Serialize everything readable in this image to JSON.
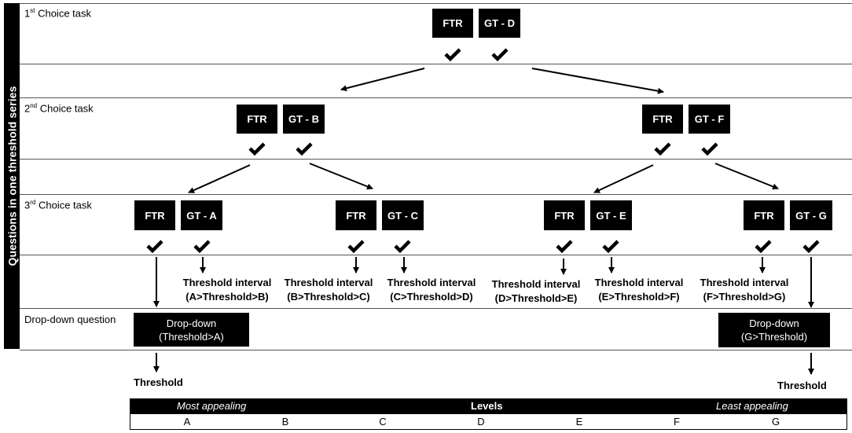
{
  "sidebar_title": "Questions in one threshold series",
  "rows": {
    "first": {
      "prefix": "1",
      "sup": "st",
      "suffix": " Choice task"
    },
    "second": {
      "prefix": "2",
      "sup": "nd",
      "suffix": " Choice task"
    },
    "third": {
      "prefix": "3",
      "sup": "rd",
      "suffix": " Choice task"
    },
    "dropdown": "Drop-down question"
  },
  "boxes": {
    "ftr": "FTR",
    "gt_d": "GT - D",
    "gt_b": "GT - B",
    "gt_f": "GT - F",
    "gt_a": "GT - A",
    "gt_c": "GT - C",
    "gt_e": "GT - E",
    "gt_g": "GT - G"
  },
  "intervals": [
    {
      "title": "Threshold interval",
      "range": "(A>Threshold>B)"
    },
    {
      "title": "Threshold interval",
      "range": "(B>Threshold>C)"
    },
    {
      "title": "Threshold interval",
      "range": "(C>Threshold>D)"
    },
    {
      "title": "Threshold interval",
      "range": "(D>Threshold>E)"
    },
    {
      "title": "Threshold interval",
      "range": "(E>Threshold>F)"
    },
    {
      "title": "Threshold interval",
      "range": "(F>Threshold>G)"
    }
  ],
  "dropdowns": {
    "left": {
      "title": "Drop-down",
      "range": "(Threshold>A)"
    },
    "right": {
      "title": "Drop-down",
      "range": "(G>Threshold)"
    }
  },
  "threshold_label": "Threshold",
  "levels": {
    "most": "Most appealing",
    "title": "Levels",
    "least": "Least appealing",
    "items": [
      "A",
      "B",
      "C",
      "D",
      "E",
      "F",
      "G"
    ]
  }
}
